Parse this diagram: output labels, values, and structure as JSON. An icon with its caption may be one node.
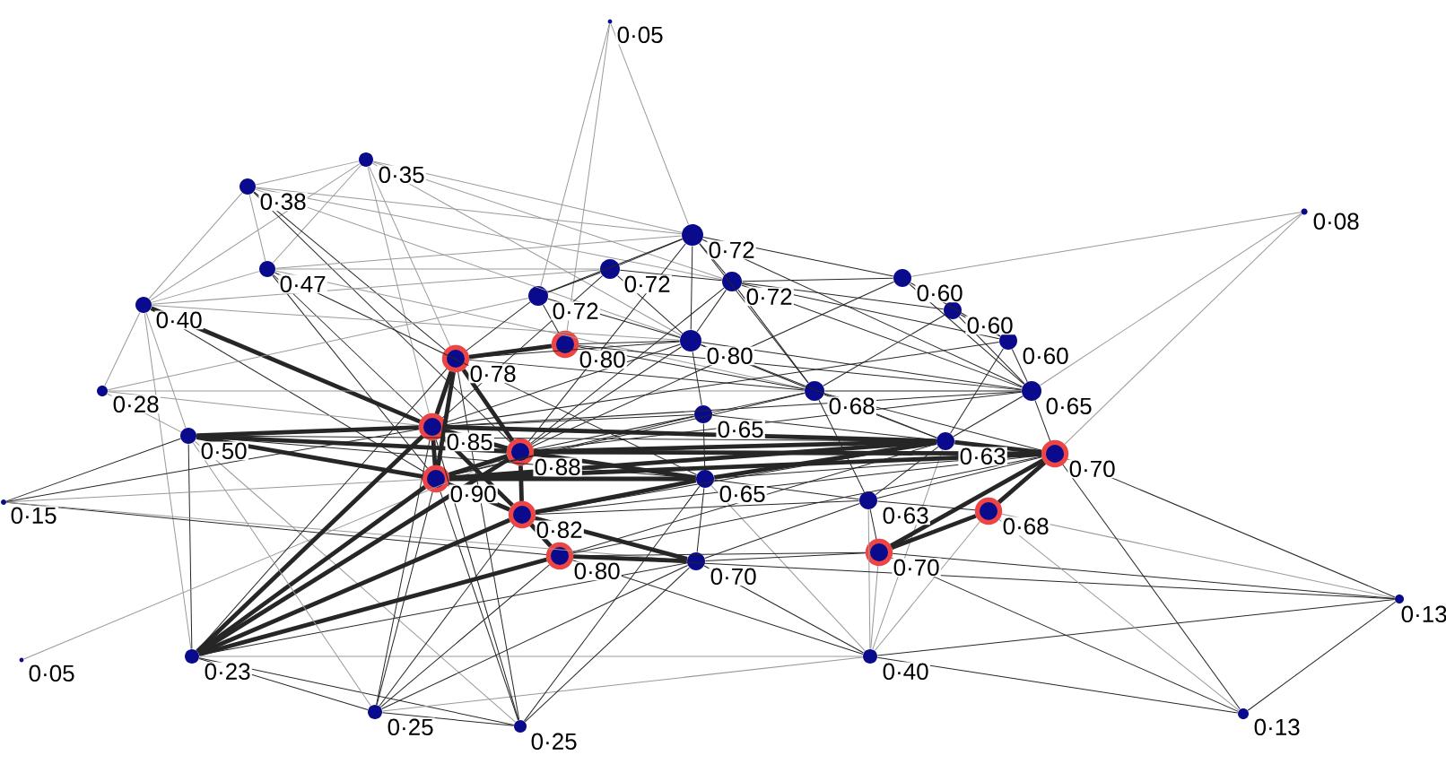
{
  "diagram": {
    "nodes": [
      {
        "text": [],
        "shape": "circle",
        "beside": [
          "0·05"
        ]
      },
      {
        "text": [],
        "shape": "circle",
        "beside": [
          "0·08"
        ]
      },
      {
        "text": [],
        "shape": "circle",
        "beside": [
          "0·35"
        ]
      },
      {
        "text": [],
        "shape": "circle",
        "beside": [
          "0·38"
        ]
      },
      {
        "text": [],
        "shape": "circle",
        "beside": [
          "0·47"
        ]
      },
      {
        "text": [],
        "shape": "circle",
        "beside": [
          "0·40"
        ]
      },
      {
        "text": [],
        "shape": "circle",
        "beside": [
          "0·28"
        ]
      },
      {
        "text": [],
        "shape": "circle",
        "beside": [
          "0·50"
        ]
      },
      {
        "text": [],
        "shape": "circle",
        "beside": [
          "0·15"
        ]
      },
      {
        "text": [],
        "shape": "circle",
        "beside": [
          "0·05"
        ]
      },
      {
        "text": [],
        "shape": "circle",
        "beside": [
          "0·23"
        ]
      },
      {
        "text": [],
        "shape": "circle",
        "beside": [
          "0·25"
        ]
      },
      {
        "text": [],
        "shape": "circle",
        "beside": [
          "0·25"
        ]
      },
      {
        "text": [],
        "shape": "circle",
        "beside": [
          "0·72"
        ]
      },
      {
        "text": [],
        "shape": "circle",
        "beside": [
          "0·72"
        ]
      },
      {
        "text": [],
        "shape": "circle",
        "beside": [
          "0·72"
        ]
      },
      {
        "text": [],
        "shape": "ring",
        "beside": [
          "0·78"
        ]
      },
      {
        "text": [],
        "shape": "ring",
        "beside": [
          "0·80"
        ]
      },
      {
        "text": [],
        "shape": "circle",
        "beside": [
          "0·72"
        ]
      },
      {
        "text": [],
        "shape": "circle",
        "beside": [
          "0·60"
        ]
      },
      {
        "text": [],
        "shape": "circle",
        "beside": [
          "0·60"
        ]
      },
      {
        "text": [],
        "shape": "circle",
        "beside": [
          "0·60"
        ]
      },
      {
        "text": [],
        "shape": "circle",
        "beside": [
          "0·65"
        ]
      },
      {
        "text": [],
        "shape": "circle",
        "beside": [
          "0·80"
        ]
      },
      {
        "text": [],
        "shape": "circle",
        "beside": [
          "0·68"
        ]
      },
      {
        "text": [],
        "shape": "circle",
        "beside": [
          "0·65"
        ]
      },
      {
        "text": [],
        "shape": "circle",
        "beside": [
          "0·63"
        ]
      },
      {
        "text": [],
        "shape": "ring",
        "beside": [
          "0·70"
        ]
      },
      {
        "text": [],
        "shape": "ring",
        "beside": [
          "0·85"
        ]
      },
      {
        "text": [],
        "shape": "ring",
        "beside": [
          "0·88"
        ]
      },
      {
        "text": [],
        "shape": "ring",
        "beside": [
          "0·90"
        ]
      },
      {
        "text": [],
        "shape": "circle",
        "beside": [
          "0·65"
        ]
      },
      {
        "text": [],
        "shape": "ring",
        "beside": [
          "0·82"
        ]
      },
      {
        "text": [],
        "shape": "circle",
        "beside": [
          "0·63"
        ]
      },
      {
        "text": [],
        "shape": "ring",
        "beside": [
          "0·68"
        ]
      },
      {
        "text": [],
        "shape": "ring",
        "beside": [
          "0·80"
        ]
      },
      {
        "text": [],
        "shape": "circle",
        "beside": [
          "0·70"
        ]
      },
      {
        "text": [],
        "shape": "ring",
        "beside": [
          "0·70"
        ]
      },
      {
        "text": [],
        "shape": "circle",
        "beside": [
          "0·40"
        ]
      },
      {
        "text": [],
        "shape": "circle",
        "beside": [
          "0·13"
        ]
      },
      {
        "text": [],
        "shape": "circle",
        "beside": [
          "0·13"
        ]
      }
    ],
    "edges": [
      {
        "from": 0,
        "to": 13,
        "arrow": "none",
        "color": "#999999"
      },
      {
        "from": 0,
        "to": 15,
        "arrow": "none",
        "color": "#999999"
      },
      {
        "from": 0,
        "to": 17,
        "arrow": "none",
        "color": "#999999"
      },
      {
        "from": 1,
        "to": 19,
        "arrow": "none",
        "color": "#999999"
      },
      {
        "from": 1,
        "to": 22,
        "arrow": "none",
        "color": "#999999"
      },
      {
        "from": 1,
        "to": 27,
        "arrow": "none",
        "color": "#999999"
      },
      {
        "from": 2,
        "to": 3,
        "arrow": "none",
        "color": "#999999"
      },
      {
        "from": 2,
        "to": 4,
        "arrow": "none",
        "color": "#999999"
      },
      {
        "from": 2,
        "to": 5,
        "arrow": "none",
        "color": "#999999"
      },
      {
        "from": 2,
        "to": 16,
        "arrow": "none",
        "color": "#999999"
      },
      {
        "from": 2,
        "to": 13,
        "arrow": "none",
        "color": "#999999"
      },
      {
        "from": 2,
        "to": 18,
        "arrow": "none",
        "color": "#999999"
      },
      {
        "from": 2,
        "to": 23,
        "arrow": "none",
        "color": "#999999"
      },
      {
        "from": 2,
        "to": 28,
        "arrow": "none",
        "color": "#999999"
      },
      {
        "from": 3,
        "to": 5,
        "arrow": "none",
        "color": "#999999"
      },
      {
        "from": 3,
        "to": 4,
        "arrow": "none",
        "color": "#999999"
      },
      {
        "from": 3,
        "to": 13,
        "arrow": "none",
        "color": "#999999"
      },
      {
        "from": 3,
        "to": 16,
        "arrow": "none"
      },
      {
        "from": 3,
        "to": 29,
        "arrow": "none"
      },
      {
        "from": 3,
        "to": 18,
        "arrow": "none",
        "color": "#999999"
      },
      {
        "from": 3,
        "to": 23,
        "arrow": "none",
        "color": "#999999"
      },
      {
        "from": 4,
        "to": 5,
        "arrow": "none",
        "color": "#999999"
      },
      {
        "from": 4,
        "to": 13,
        "arrow": "none",
        "color": "#999999"
      },
      {
        "from": 4,
        "to": 14,
        "arrow": "none",
        "color": "#999999"
      },
      {
        "from": 4,
        "to": 28,
        "arrow": "none"
      },
      {
        "from": 4,
        "to": 30,
        "arrow": "none"
      },
      {
        "from": 4,
        "to": 31,
        "arrow": "none"
      },
      {
        "from": 4,
        "to": 24,
        "arrow": "none",
        "color": "#999999"
      },
      {
        "from": 5,
        "to": 6,
        "arrow": "none",
        "color": "#999999"
      },
      {
        "from": 5,
        "to": 7,
        "arrow": "none",
        "color": "#999999"
      },
      {
        "from": 5,
        "to": 28,
        "arrow": "none",
        "style": "thick"
      },
      {
        "from": 5,
        "to": 30,
        "arrow": "none"
      },
      {
        "from": 5,
        "to": 14,
        "arrow": "none",
        "color": "#999999"
      },
      {
        "from": 5,
        "to": 10,
        "arrow": "none",
        "color": "#999999"
      },
      {
        "from": 5,
        "to": 23,
        "arrow": "none",
        "color": "#999999"
      },
      {
        "from": 6,
        "to": 7,
        "arrow": "none",
        "color": "#999999"
      },
      {
        "from": 6,
        "to": 28,
        "arrow": "none",
        "color": "#999999"
      },
      {
        "from": 6,
        "to": 15,
        "arrow": "none",
        "color": "#999999"
      },
      {
        "from": 6,
        "to": 24,
        "arrow": "none",
        "color": "#999999"
      },
      {
        "from": 7,
        "to": 10,
        "arrow": "none"
      },
      {
        "from": 7,
        "to": 28,
        "arrow": "none",
        "style": "thick"
      },
      {
        "from": 7,
        "to": 29,
        "arrow": "none",
        "style": "thick"
      },
      {
        "from": 7,
        "to": 30,
        "arrow": "none",
        "style": "thick"
      },
      {
        "from": 7,
        "to": 31,
        "arrow": "none"
      },
      {
        "from": 7,
        "to": 8,
        "arrow": "none"
      },
      {
        "from": 7,
        "to": 12,
        "arrow": "none",
        "color": "#999999"
      },
      {
        "from": 7,
        "to": 26,
        "arrow": "none"
      },
      {
        "from": 8,
        "to": 30,
        "arrow": "none",
        "color": "#999999"
      },
      {
        "from": 8,
        "to": 28,
        "arrow": "none"
      },
      {
        "from": 8,
        "to": 35,
        "arrow": "none"
      },
      {
        "from": 8,
        "to": 36,
        "arrow": "none",
        "color": "#999999"
      },
      {
        "from": 9,
        "to": 29,
        "arrow": "none",
        "color": "#999999"
      },
      {
        "from": 10,
        "to": 28,
        "arrow": "none",
        "style": "thick"
      },
      {
        "from": 10,
        "to": 30,
        "arrow": "none",
        "style": "thick"
      },
      {
        "from": 10,
        "to": 32,
        "arrow": "none",
        "style": "thick"
      },
      {
        "from": 10,
        "to": 35,
        "arrow": "none",
        "style": "thick"
      },
      {
        "from": 10,
        "to": 29,
        "arrow": "none",
        "style": "thick"
      },
      {
        "from": 10,
        "to": 16,
        "arrow": "none"
      },
      {
        "from": 10,
        "to": 36,
        "arrow": "none"
      },
      {
        "from": 10,
        "to": 11,
        "arrow": "none"
      },
      {
        "from": 10,
        "to": 12,
        "arrow": "none"
      },
      {
        "from": 10,
        "to": 38,
        "arrow": "none",
        "color": "#999999"
      },
      {
        "from": 11,
        "to": 30,
        "arrow": "none"
      },
      {
        "from": 11,
        "to": 28,
        "arrow": "none"
      },
      {
        "from": 11,
        "to": 32,
        "arrow": "none"
      },
      {
        "from": 11,
        "to": 35,
        "arrow": "none"
      },
      {
        "from": 11,
        "to": 7,
        "arrow": "none",
        "color": "#999999"
      },
      {
        "from": 11,
        "to": 12,
        "arrow": "none"
      },
      {
        "from": 11,
        "to": 36,
        "arrow": "none"
      },
      {
        "from": 11,
        "to": 38,
        "arrow": "none",
        "color": "#999999"
      },
      {
        "from": 12,
        "to": 30,
        "arrow": "none"
      },
      {
        "from": 12,
        "to": 28,
        "arrow": "none"
      },
      {
        "from": 12,
        "to": 16,
        "arrow": "none"
      },
      {
        "from": 12,
        "to": 36,
        "arrow": "none"
      },
      {
        "from": 12,
        "to": 31,
        "arrow": "none"
      },
      {
        "from": 38,
        "to": 37,
        "arrow": "none",
        "color": "#999999"
      },
      {
        "from": 38,
        "to": 34,
        "arrow": "none",
        "color": "#999999"
      },
      {
        "from": 38,
        "to": 33,
        "arrow": "none",
        "color": "#999999"
      },
      {
        "from": 38,
        "to": 36,
        "arrow": "none"
      },
      {
        "from": 38,
        "to": 31,
        "arrow": "none",
        "color": "#999999"
      },
      {
        "from": 38,
        "to": 39,
        "arrow": "none"
      },
      {
        "from": 38,
        "to": 40,
        "arrow": "none"
      },
      {
        "from": 38,
        "to": 35,
        "arrow": "none"
      },
      {
        "from": 38,
        "to": 26,
        "arrow": "none",
        "color": "#999999"
      },
      {
        "from": 39,
        "to": 27,
        "arrow": "none"
      },
      {
        "from": 39,
        "to": 34,
        "arrow": "none",
        "color": "#999999"
      },
      {
        "from": 39,
        "to": 40,
        "arrow": "none"
      },
      {
        "from": 39,
        "to": 37,
        "arrow": "none"
      },
      {
        "from": 39,
        "to": 35,
        "arrow": "none"
      },
      {
        "from": 40,
        "to": 27,
        "arrow": "none"
      },
      {
        "from": 40,
        "to": 37,
        "arrow": "none"
      },
      {
        "from": 40,
        "to": 34,
        "arrow": "none",
        "color": "#999999"
      },
      {
        "from": 16,
        "to": 17,
        "arrow": "none",
        "style": "thick"
      },
      {
        "from": 16,
        "to": 28,
        "arrow": "none",
        "style": "thick"
      },
      {
        "from": 16,
        "to": 29,
        "arrow": "none",
        "style": "thick"
      },
      {
        "from": 16,
        "to": 30,
        "arrow": "none",
        "style": "thick"
      },
      {
        "from": 28,
        "to": 29,
        "arrow": "none",
        "style": "thick"
      },
      {
        "from": 28,
        "to": 30,
        "arrow": "none",
        "style": "thick"
      },
      {
        "from": 29,
        "to": 30,
        "arrow": "none",
        "style": "thick"
      },
      {
        "from": 29,
        "to": 32,
        "arrow": "none",
        "style": "thick"
      },
      {
        "from": 30,
        "to": 32,
        "arrow": "none",
        "style": "thick"
      },
      {
        "from": 32,
        "to": 35,
        "arrow": "none",
        "style": "thick"
      },
      {
        "from": 28,
        "to": 32,
        "arrow": "none",
        "style": "thick"
      },
      {
        "from": 29,
        "to": 27,
        "arrow": "none",
        "style": "thick"
      },
      {
        "from": 30,
        "to": 27,
        "arrow": "none",
        "style": "thick"
      },
      {
        "from": 29,
        "to": 26,
        "arrow": "none",
        "style": "thick"
      },
      {
        "from": 30,
        "to": 26,
        "arrow": "none",
        "style": "thick"
      },
      {
        "from": 29,
        "to": 31,
        "arrow": "none",
        "style": "thick"
      },
      {
        "from": 30,
        "to": 31,
        "arrow": "none",
        "style": "thick"
      },
      {
        "from": 32,
        "to": 31,
        "arrow": "none",
        "style": "thick"
      },
      {
        "from": 35,
        "to": 36,
        "arrow": "none",
        "style": "thick"
      },
      {
        "from": 32,
        "to": 36,
        "arrow": "none",
        "style": "thick"
      },
      {
        "from": 28,
        "to": 26,
        "arrow": "none",
        "style": "thick"
      },
      {
        "from": 27,
        "to": 34,
        "arrow": "none",
        "style": "thick"
      },
      {
        "from": 34,
        "to": 37,
        "arrow": "none",
        "style": "thick"
      },
      {
        "from": 27,
        "to": 37,
        "arrow": "none",
        "style": "thick"
      },
      {
        "from": 17,
        "to": 23,
        "arrow": "none"
      },
      {
        "from": 17,
        "to": 15,
        "arrow": "none"
      },
      {
        "from": 13,
        "to": 14,
        "arrow": "none"
      },
      {
        "from": 13,
        "to": 18,
        "arrow": "none"
      },
      {
        "from": 13,
        "to": 15,
        "arrow": "none"
      },
      {
        "from": 13,
        "to": 19,
        "arrow": "none"
      },
      {
        "from": 13,
        "to": 23,
        "arrow": "none"
      },
      {
        "from": 13,
        "to": 24,
        "arrow": "none"
      },
      {
        "from": 13,
        "to": 22,
        "arrow": "none"
      },
      {
        "from": 14,
        "to": 15,
        "arrow": "none"
      },
      {
        "from": 14,
        "to": 18,
        "arrow": "none"
      },
      {
        "from": 14,
        "to": 23,
        "arrow": "none"
      },
      {
        "from": 15,
        "to": 16,
        "arrow": "none"
      },
      {
        "from": 15,
        "to": 23,
        "arrow": "none"
      },
      {
        "from": 18,
        "to": 19,
        "arrow": "none"
      },
      {
        "from": 18,
        "to": 20,
        "arrow": "none"
      },
      {
        "from": 18,
        "to": 23,
        "arrow": "none"
      },
      {
        "from": 18,
        "to": 24,
        "arrow": "none"
      },
      {
        "from": 18,
        "to": 22,
        "arrow": "none"
      },
      {
        "from": 18,
        "to": 21,
        "arrow": "none"
      },
      {
        "from": 19,
        "to": 21,
        "arrow": "none"
      },
      {
        "from": 19,
        "to": 22,
        "arrow": "none"
      },
      {
        "from": 20,
        "to": 21,
        "arrow": "none"
      },
      {
        "from": 20,
        "to": 22,
        "arrow": "none"
      },
      {
        "from": 21,
        "to": 22,
        "arrow": "none"
      },
      {
        "from": 22,
        "to": 24,
        "arrow": "none"
      },
      {
        "from": 22,
        "to": 26,
        "arrow": "none"
      },
      {
        "from": 22,
        "to": 27,
        "arrow": "none"
      },
      {
        "from": 23,
        "to": 24,
        "arrow": "none"
      },
      {
        "from": 23,
        "to": 25,
        "arrow": "none"
      },
      {
        "from": 23,
        "to": 22,
        "arrow": "none"
      },
      {
        "from": 24,
        "to": 25,
        "arrow": "none"
      },
      {
        "from": 24,
        "to": 26,
        "arrow": "none"
      },
      {
        "from": 24,
        "to": 27,
        "arrow": "none"
      },
      {
        "from": 25,
        "to": 31,
        "arrow": "none"
      },
      {
        "from": 25,
        "to": 26,
        "arrow": "none"
      },
      {
        "from": 26,
        "to": 27,
        "arrow": "none",
        "style": "thick"
      },
      {
        "from": 31,
        "to": 33,
        "arrow": "none"
      },
      {
        "from": 31,
        "to": 26,
        "arrow": "none",
        "style": "thick"
      },
      {
        "from": 33,
        "to": 34,
        "arrow": "none"
      },
      {
        "from": 33,
        "to": 37,
        "arrow": "none"
      },
      {
        "from": 33,
        "to": 26,
        "arrow": "none"
      },
      {
        "from": 36,
        "to": 37,
        "arrow": "none"
      },
      {
        "from": 36,
        "to": 31,
        "arrow": "none"
      },
      {
        "from": 36,
        "to": 33,
        "arrow": "none"
      },
      {
        "from": 35,
        "to": 37,
        "arrow": "none"
      },
      {
        "from": 24,
        "to": 33,
        "arrow": "none"
      },
      {
        "from": 21,
        "to": 26,
        "arrow": "none"
      },
      {
        "from": 20,
        "to": 24,
        "arrow": "none"
      },
      {
        "from": 17,
        "to": 24,
        "arrow": "none"
      },
      {
        "from": 17,
        "to": 22,
        "arrow": "none"
      },
      {
        "from": 16,
        "to": 23,
        "arrow": "none"
      },
      {
        "from": 16,
        "to": 24,
        "arrow": "none"
      },
      {
        "from": 28,
        "to": 22,
        "arrow": "none"
      },
      {
        "from": 29,
        "to": 22,
        "arrow": "none"
      },
      {
        "from": 28,
        "to": 23,
        "arrow": "none"
      },
      {
        "from": 29,
        "to": 23,
        "arrow": "none"
      },
      {
        "from": 30,
        "to": 24,
        "arrow": "none"
      },
      {
        "from": 32,
        "to": 26,
        "arrow": "none"
      },
      {
        "from": 32,
        "to": 27,
        "arrow": "none"
      },
      {
        "from": 35,
        "to": 27,
        "arrow": "none"
      },
      {
        "from": 35,
        "to": 26,
        "arrow": "none"
      },
      {
        "from": 14,
        "to": 28,
        "arrow": "none"
      },
      {
        "from": 13,
        "to": 29,
        "arrow": "none"
      },
      {
        "from": 18,
        "to": 29,
        "arrow": "none"
      },
      {
        "from": 19,
        "to": 29,
        "arrow": "none"
      },
      {
        "from": 21,
        "to": 28,
        "arrow": "none"
      },
      {
        "from": 25,
        "to": 28,
        "arrow": "none"
      },
      {
        "from": 25,
        "to": 29,
        "arrow": "none"
      },
      {
        "from": 25,
        "to": 30,
        "arrow": "none"
      },
      {
        "from": 31,
        "to": 27,
        "arrow": "none"
      },
      {
        "from": 33,
        "to": 27,
        "arrow": "none"
      },
      {
        "from": 32,
        "to": 33,
        "arrow": "none"
      },
      {
        "from": 23,
        "to": 26,
        "arrow": "none"
      }
    ]
  }
}
